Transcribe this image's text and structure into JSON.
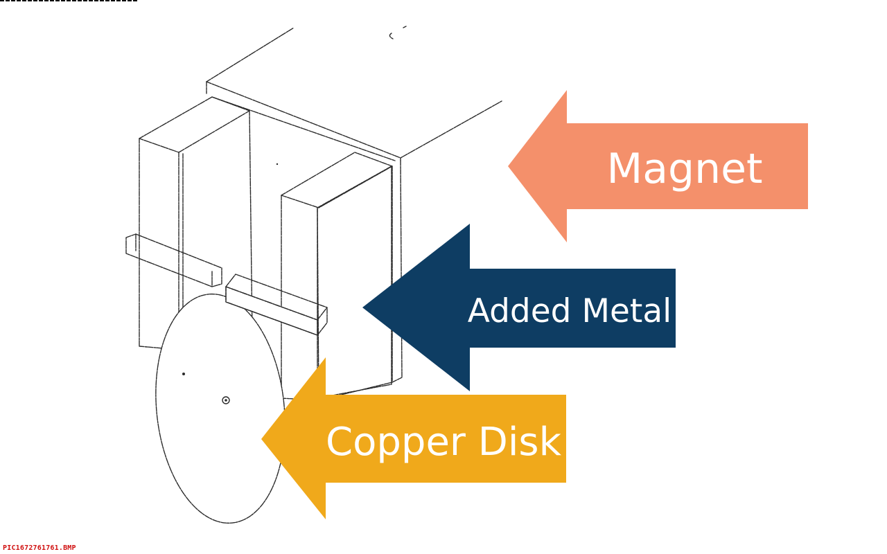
{
  "figure": {
    "labels": {
      "magnet": "Magnet",
      "added_metal": "Added Metal",
      "copper_disk": "Copper Disk"
    },
    "colors": {
      "magnet_arrow": "#F4906B",
      "added_metal_arrow": "#0E3D63",
      "copper_disk_arrow": "#F0A91B",
      "label_text": "#FFFFFF",
      "sketch_line": "#2A2A2A",
      "caption_text": "#D01010"
    }
  },
  "caption": {
    "filename": "PIC1672761761.BMP"
  }
}
